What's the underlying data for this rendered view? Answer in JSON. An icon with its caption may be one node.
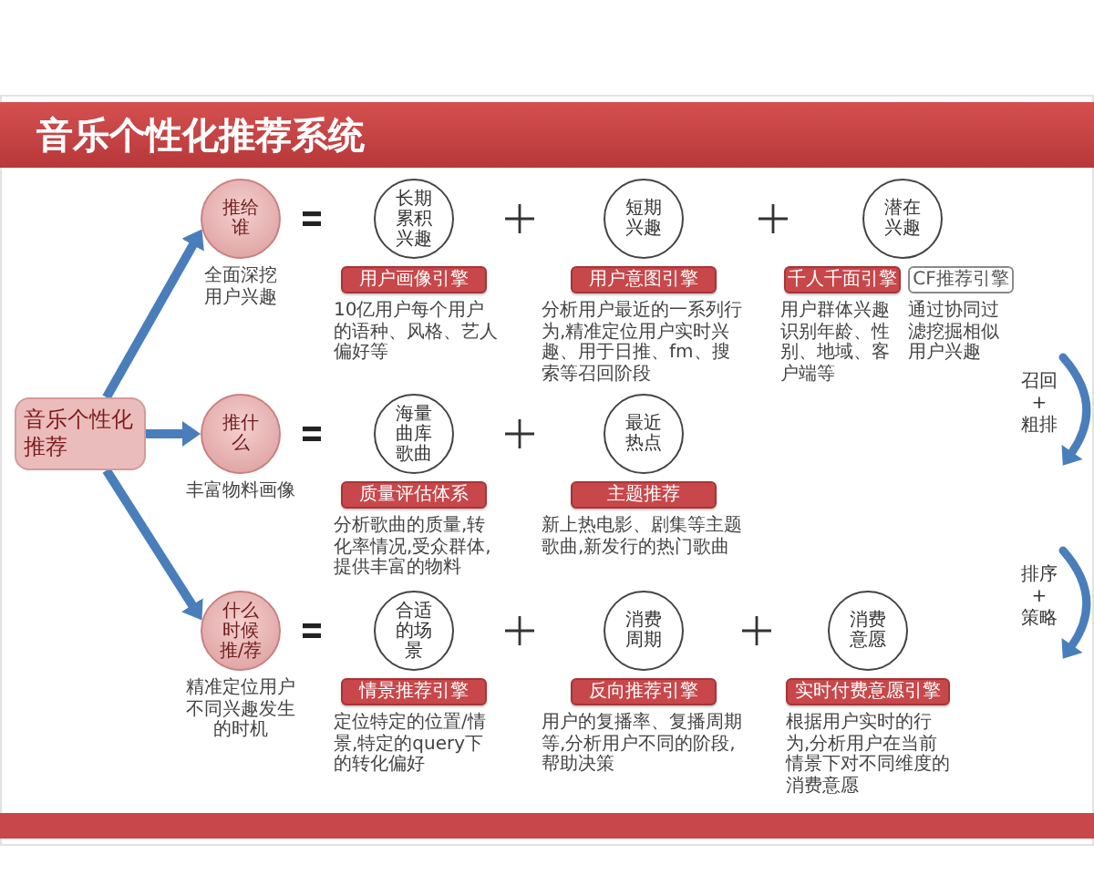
{
  "diagram": {
    "title": "音乐个性化推荐系统",
    "nodes": [
      {
        "text": [
          "音乐个性化推荐"
        ]
      },
      {
        "text": [
          "推给谁"
        ],
        "beside": [
          "全面深挖用户兴趣"
        ]
      },
      {
        "text": [
          "长期累积兴趣"
        ]
      },
      {
        "text": [
          "用户画像引擎"
        ],
        "beside": [
          "10亿用户每个用户的语种、风格、艺人偏好等"
        ]
      },
      {
        "text": [
          "短期兴趣"
        ]
      },
      {
        "text": [
          "用户意图引擎"
        ],
        "beside": [
          "分析用户最近的一系列行为,精准定位用户实时兴趣、用于日推、fm、搜索等召回阶段"
        ]
      },
      {
        "text": [
          "潜在兴趣"
        ]
      },
      {
        "text": [
          "千人千面引擎"
        ],
        "beside": [
          "用户群体兴趣识别年龄、性别、地域、客户端等"
        ]
      },
      {
        "text": [
          "CF推荐引擎"
        ],
        "beside": [
          "通过协同过滤挖掘相似用户兴趣"
        ]
      },
      {
        "text": [
          "推什么"
        ],
        "beside": [
          "丰富物料画像"
        ]
      },
      {
        "text": [
          "海量曲库歌曲"
        ]
      },
      {
        "text": [
          "质量评估体系"
        ],
        "beside": [
          "分析歌曲的质量,转化率情况,受众群体,提供丰富的物料"
        ]
      },
      {
        "text": [
          "最近热点"
        ]
      },
      {
        "text": [
          "主题推荐"
        ],
        "beside": [
          "新上热电影、剧集等主题歌曲,新发行的热门歌曲"
        ]
      },
      {
        "text": [
          "什么时候推/荐"
        ],
        "beside": [
          "精准定位用户不同兴趣发生的时机"
        ]
      },
      {
        "text": [
          "合适的场景"
        ]
      },
      {
        "text": [
          "情景推荐引擎"
        ],
        "beside": [
          "定位特定的位置/情景,特定的query下的转化偏好"
        ]
      },
      {
        "text": [
          "消费周期"
        ]
      },
      {
        "text": [
          "反向推荐引擎"
        ],
        "beside": [
          "用户的复播率、复播周期等,分析用户不同的阶段,帮助决策"
        ]
      },
      {
        "text": [
          "消费意愿"
        ]
      },
      {
        "text": [
          "实时付费意愿引擎"
        ],
        "beside": [
          "根据用户实时的行为,分析用户在当前情景下对不同维度的消费意愿"
        ]
      }
    ],
    "edges": [
      {
        "from": 0,
        "to": 1,
        "arrow": "to"
      },
      {
        "from": 0,
        "to": 9,
        "arrow": "to"
      },
      {
        "from": 0,
        "to": 14,
        "arrow": "to"
      }
    ],
    "labels": [
      "召回 + 粗排",
      "排序 + 策略"
    ]
  }
}
